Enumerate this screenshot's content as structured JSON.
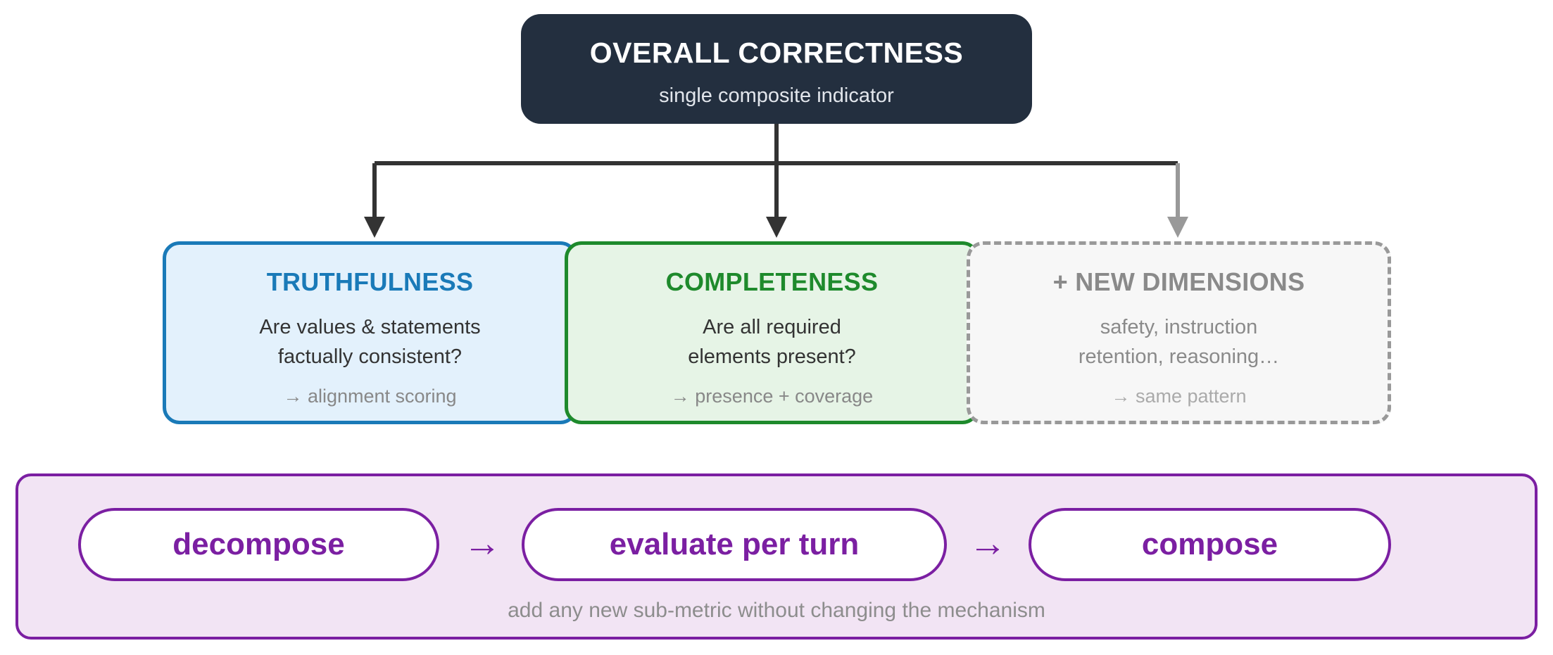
{
  "top": {
    "title": "OVERALL CORRECTNESS",
    "subtitle": "single composite indicator"
  },
  "dimensions": [
    {
      "title": "TRUTHFULNESS",
      "question_line1": "Are values & statements",
      "question_line2": "factually consistent?",
      "method": "→ alignment scoring",
      "color": "#1a7ab8"
    },
    {
      "title": "COMPLETENESS",
      "question_line1": "Are all required",
      "question_line2": "elements present?",
      "method": "→ presence + coverage",
      "color": "#1e8a2c"
    },
    {
      "title": "+ NEW DIMENSIONS",
      "question_line1": "safety, instruction",
      "question_line2": "retention, reasoning…",
      "method": "→ same pattern",
      "color": "#999999"
    }
  ],
  "process": {
    "steps": [
      "decompose",
      "evaluate per turn",
      "compose"
    ],
    "arrow": "→",
    "note": "add any new sub-metric without changing the mechanism",
    "color": "#7b1fa2"
  }
}
